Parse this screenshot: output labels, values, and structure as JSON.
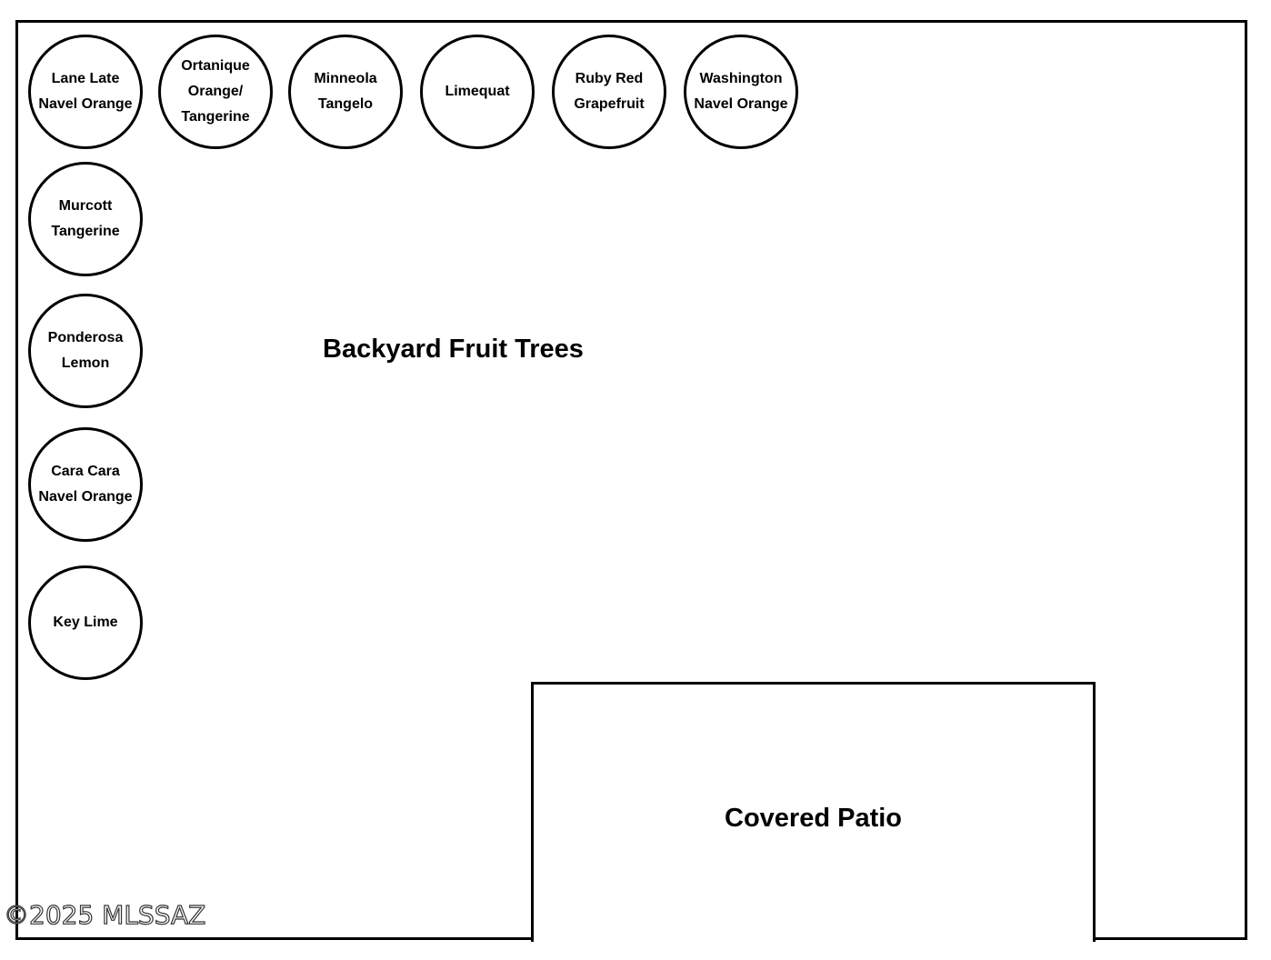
{
  "title": "Backyard Fruit Trees",
  "patio": {
    "label": "Covered Patio"
  },
  "trees": [
    {
      "label": "Lane Late Navel Orange"
    },
    {
      "label": "Ortanique Orange/ Tangerine"
    },
    {
      "label": "Minneola Tangelo"
    },
    {
      "label": "Limequat"
    },
    {
      "label": "Ruby Red Grapefruit"
    },
    {
      "label": "Washington Navel Orange"
    },
    {
      "label": "Murcott Tangerine"
    },
    {
      "label": "Ponderosa Lemon"
    },
    {
      "label": "Cara Cara Navel Orange"
    },
    {
      "label": "Key Lime"
    }
  ],
  "watermark": "©2025 MLSSAZ",
  "colors": {
    "line": "#000000",
    "background": "#ffffff"
  }
}
